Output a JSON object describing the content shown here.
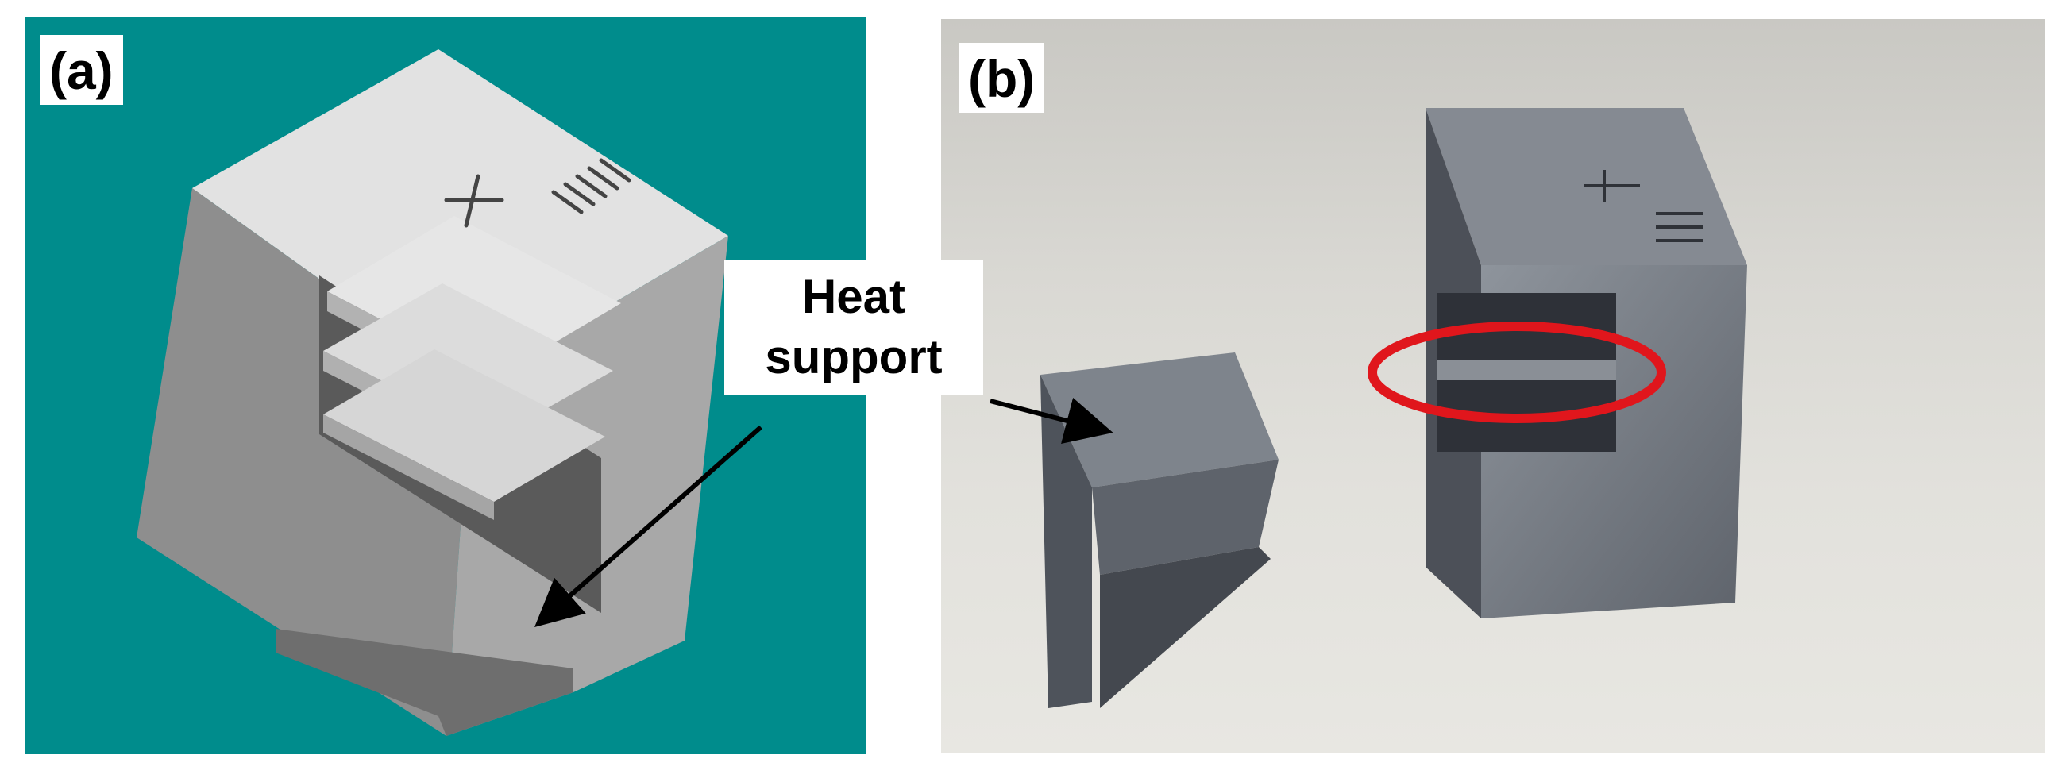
{
  "figure": {
    "panel_a": {
      "label": "(a)",
      "background": "#008c8c"
    },
    "panel_b": {
      "label": "(b)",
      "highlight_color": "#e0161c"
    },
    "callout": {
      "line1": "Heat",
      "line2": "support"
    },
    "icons": [
      "cad-cube-model",
      "printed-heat-support",
      "printed-cube",
      "arrow",
      "red-ellipse-highlight"
    ]
  }
}
